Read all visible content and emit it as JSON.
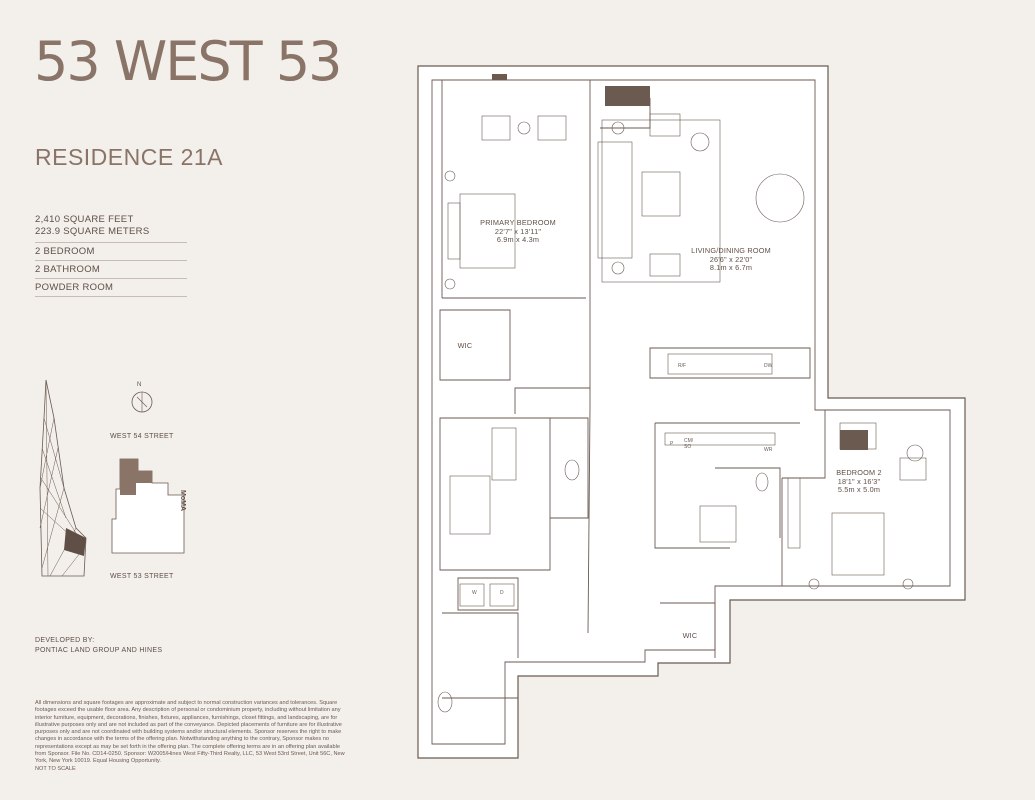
{
  "brand": "53 WEST 53",
  "residence": "RESIDENCE 21A",
  "specs": {
    "sqft": "2,410 SQUARE FEET",
    "sqm": "223.9 SQUARE METERS",
    "bedrooms": "2 BEDROOM",
    "bathrooms": "2 BATHROOM",
    "powder": "POWDER ROOM"
  },
  "site": {
    "north": "N",
    "street_north": "WEST 54 STREET",
    "street_south": "WEST 53 STREET",
    "moma": "MoMA"
  },
  "developer": {
    "label": "DEVELOPED BY:",
    "name": "PONTIAC LAND GROUP AND HINES"
  },
  "disclaimer": "All dimensions and square footages are approximate and subject to normal construction variances and tolerances. Square footages exceed the usable floor area. Any description of personal or condominium property, including without limitation any interior furniture, equipment, decorations, finishes, fixtures, appliances, furnishings, closet fittings, and landscaping, are for illustrative purposes only and are not included as part of the conveyance. Depicted placements of furniture are for illustrative purposes only and are not coordinated with building systems and/or structural elements. Sponsor reserves the right to make changes in accordance with the terms of the offering plan. Notwithstanding anything to the contrary, Sponsor makes no representations except as may be set forth in the offering plan. The complete offering terms are in an offering plan available from Sponsor. File No. CD14-0250. Sponsor: W2005/Hines West Fifty-Third Realty, LLC, 53 West 53rd Street, Unit 56C, New York, New York 10019. Equal Housing Opportunity.",
  "not_to_scale": "NOT TO SCALE",
  "rooms": {
    "primary": {
      "name": "PRIMARY BEDROOM",
      "imperial": "22'7\" x 13'11\"",
      "metric": "6.9m x 4.3m"
    },
    "living": {
      "name": "LIVING/DINING ROOM",
      "imperial": "26'6\" x 22'0\"",
      "metric": "8.1m x 6.7m"
    },
    "bedroom2": {
      "name": "BEDROOM 2",
      "imperial": "18'1\" x 16'3\"",
      "metric": "5.5m x 5.0m"
    },
    "wic1": "WIC",
    "wic2": "WIC"
  },
  "fixtures": {
    "rf": "R/F",
    "dw": "DW",
    "p": "P",
    "cm_so": "CM/ SO",
    "wr": "WR",
    "w": "W",
    "d": "D"
  },
  "colors": {
    "background": "#f3efeb",
    "brand": "#8a7468",
    "wall": "#6b5a50",
    "site_highlight": "#8a7468"
  }
}
